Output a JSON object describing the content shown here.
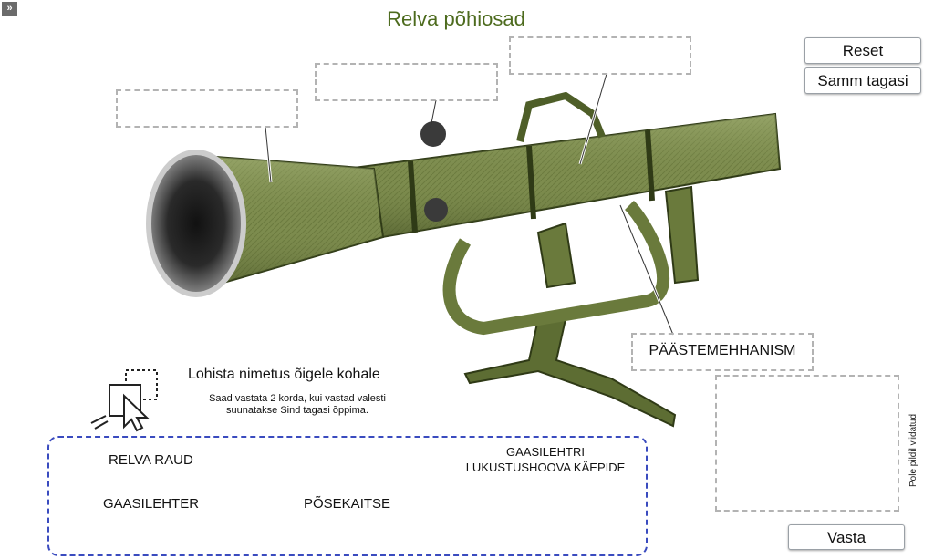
{
  "header": {
    "expand_glyph": "»",
    "title": "Relva põhiosad"
  },
  "buttons": {
    "reset": "Reset",
    "undo": "Samm tagasi",
    "submit": "Vasta"
  },
  "slots": [
    {
      "id": "slot-1",
      "label": ""
    },
    {
      "id": "slot-2",
      "label": ""
    },
    {
      "id": "slot-3",
      "label": ""
    },
    {
      "id": "slot-4",
      "label": "PÄÄSTEMEHHANISM"
    }
  ],
  "instructions": {
    "title": "Lohista nimetus õigele kohale",
    "line1": "Saad vastata 2 korda, kui vastad valesti",
    "line2": "suunatakse Sind tagasi õppima."
  },
  "word_bank": {
    "items": [
      "RELVA RAUD",
      "GAASILEHTER",
      "PÕSEKAITSE",
      "GAASILEHTRI",
      "LUKUSTUSHOOVA KÄEPIDE"
    ]
  },
  "unused_area": {
    "label": "Pole pildil viidatud"
  },
  "colors": {
    "title": "#4d6b1e",
    "bank_border": "#3a4bbf",
    "weapon": "#6f7f45"
  }
}
